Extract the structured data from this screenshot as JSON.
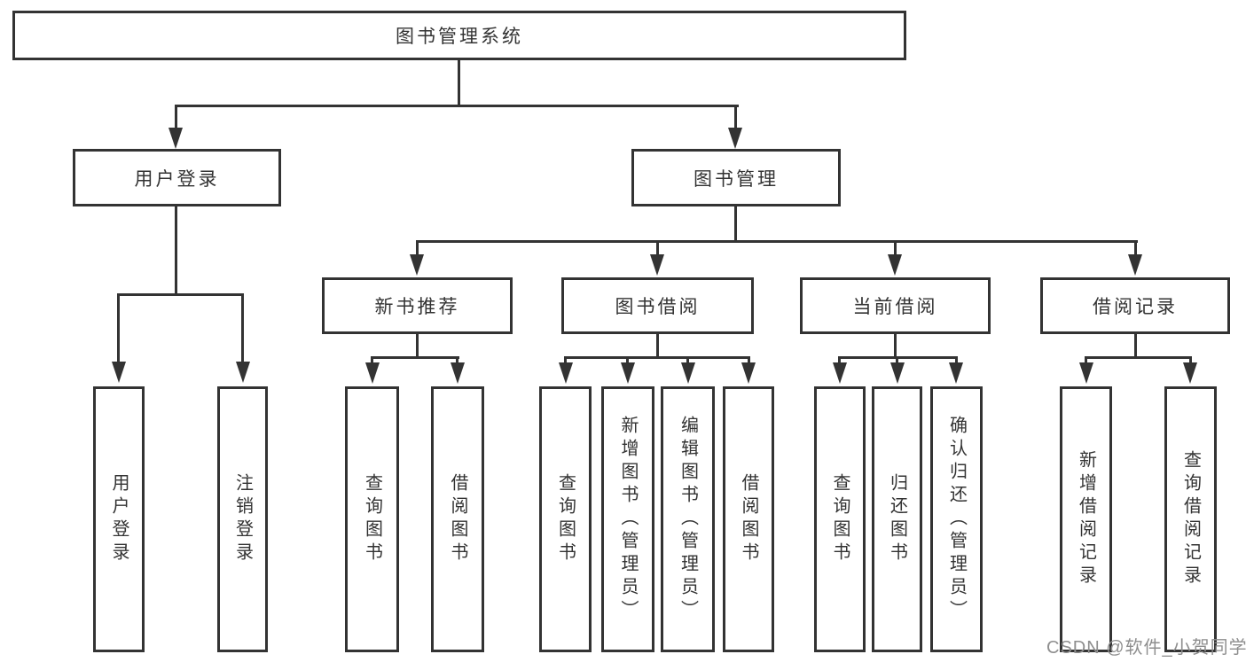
{
  "diagram": {
    "root": {
      "label": "图书管理系统"
    },
    "branches": [
      {
        "label": "用户登录",
        "children": [
          {
            "label": "用户登录"
          },
          {
            "label": "注销登录"
          }
        ]
      },
      {
        "label": "图书管理",
        "children": [
          {
            "label": "新书推荐",
            "children": [
              {
                "label": "查询图书"
              },
              {
                "label": "借阅图书"
              }
            ]
          },
          {
            "label": "图书借阅",
            "children": [
              {
                "label": "查询图书"
              },
              {
                "label": "新增图书（管理员）"
              },
              {
                "label": "编辑图书（管理员）"
              },
              {
                "label": "借阅图书"
              }
            ]
          },
          {
            "label": "当前借阅",
            "children": [
              {
                "label": "查询图书"
              },
              {
                "label": "归还图书"
              },
              {
                "label": "确认归还（管理员）"
              }
            ]
          },
          {
            "label": "借阅记录",
            "children": [
              {
                "label": "新增借阅记录"
              },
              {
                "label": "查询借阅记录"
              }
            ]
          }
        ]
      }
    ]
  },
  "watermark": {
    "text": "CSDN @软件_小贺同学",
    "color": "#8e8e8e"
  },
  "colors": {
    "line": "#333333",
    "text": "#333333",
    "background": "#ffffff"
  }
}
